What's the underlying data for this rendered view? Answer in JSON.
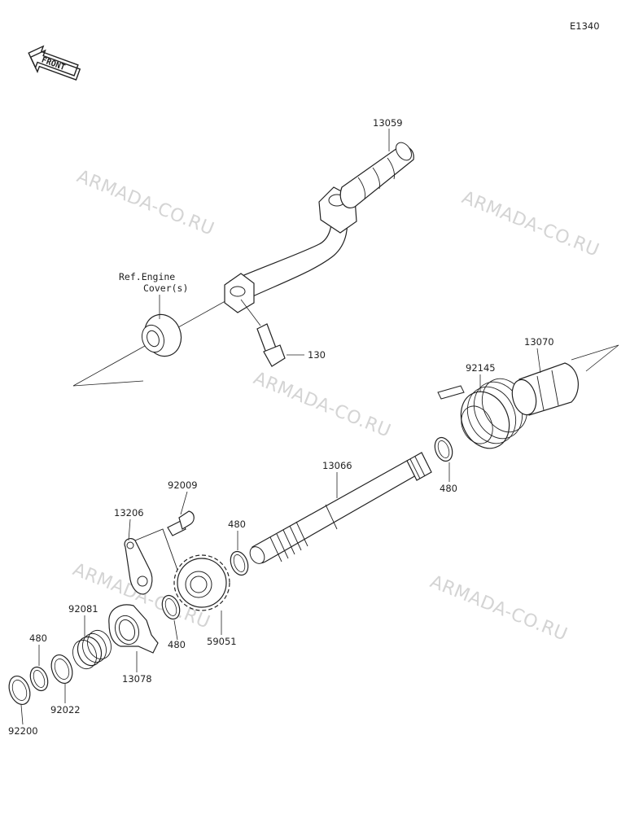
{
  "diagram_code": "E1340",
  "front_label": "FRONT",
  "watermark": "ARMADA-CO.RU",
  "ref_note": {
    "line1": "Ref.Engine",
    "line2": "Cover(s)"
  },
  "parts": {
    "kick_pedal": "13059",
    "bolt": "130",
    "spring_guide": "13070",
    "kick_spring": "92145",
    "kick_shaft": "13066",
    "circlip_a": "480",
    "circlip_b": "480",
    "circlip_c": "480",
    "circlip_d": "480",
    "bolt_stopper": "92009",
    "stopper_plate": "13206",
    "kick_gear": "59051",
    "spring": "92081",
    "ratchet": "13078",
    "washer_a": "92022",
    "washer_b": "92200"
  }
}
